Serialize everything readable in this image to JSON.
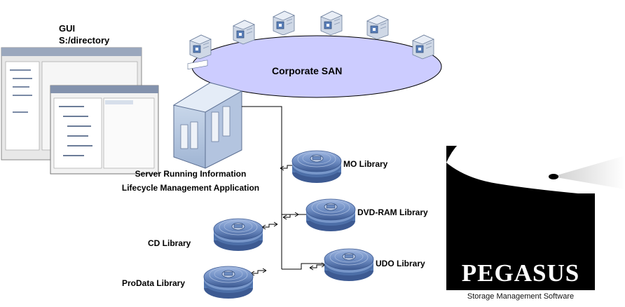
{
  "gui": {
    "line1": "GUI",
    "line2": "S:/directory"
  },
  "san": {
    "label": "Corporate SAN"
  },
  "server": {
    "line1": "Server Running Information",
    "line2": "Lifecycle Management Application"
  },
  "libraries": {
    "mo": "MO Library",
    "dvd_ram": "DVD-RAM Library",
    "cd": "CD Library",
    "udo": "UDO Library",
    "prodata": "ProData Library"
  },
  "logo": {
    "name": "PEGASUS",
    "tagline": "Storage Management Software"
  },
  "colors": {
    "san_fill": "#ccccff",
    "disk_blue": "#6f8ec4",
    "logo_black": "#000000",
    "connector": "#000000"
  }
}
